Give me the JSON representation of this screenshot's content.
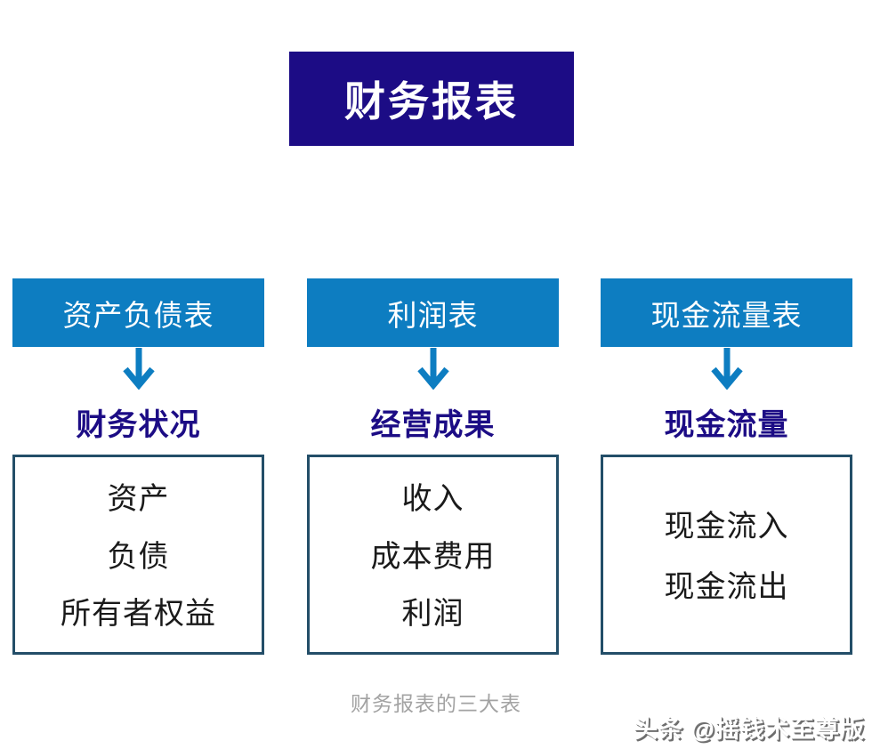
{
  "title": {
    "label": "财务报表"
  },
  "columns": [
    {
      "header": "资产负债表",
      "sublabel": "财务状况",
      "items": [
        "资产",
        "负债",
        "所有者权益"
      ]
    },
    {
      "header": "利润表",
      "sublabel": "经营成果",
      "items": [
        "收入",
        "成本费用",
        "利润"
      ]
    },
    {
      "header": "现金流量表",
      "sublabel": "现金流量",
      "items": [
        "现金流入",
        "现金流出"
      ]
    }
  ],
  "caption": "财务报表的三大表",
  "watermark": "头条 @摇钱术至尊版",
  "colors": {
    "title_bg": "#1c0c85",
    "title_text": "#ffffff",
    "header_bg": "#0d7dc1",
    "header_text": "#ffffff",
    "arrow": "#0d7dc1",
    "sublabel_text": "#1c0c85",
    "box_border": "#234e68",
    "item_text": "#1a1a1a",
    "caption_text": "#a3a3a3",
    "watermark_text": "#ffffff"
  }
}
